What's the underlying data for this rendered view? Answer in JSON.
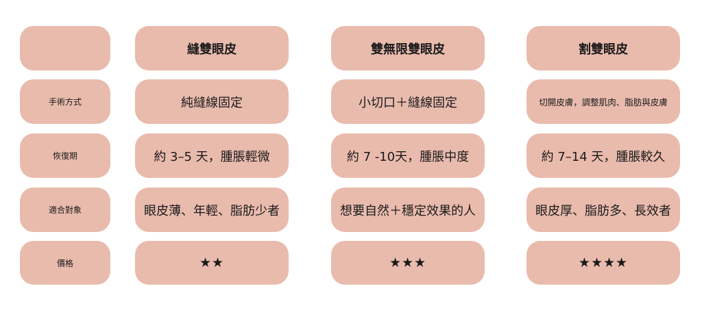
{
  "table": {
    "corner": "",
    "headers": [
      "縫雙眼皮",
      "雙無限雙眼皮",
      "割雙眼皮"
    ],
    "rows": [
      {
        "label": "手術方式",
        "values": [
          "純縫線固定",
          "小切口＋縫線固定",
          "切開皮膚，調整肌肉、脂肪與皮膚"
        ]
      },
      {
        "label": "恢復期",
        "values": [
          "約 3–5 天，腫脹輕微",
          "約 7 -10天，腫脹中度",
          "約 7–14 天，腫脹較久"
        ]
      },
      {
        "label": "適合對象",
        "values": [
          "眼皮薄、年輕、脂肪少者",
          "想要自然＋穩定效果的人",
          "眼皮厚、脂肪多、長效者"
        ]
      },
      {
        "label": "價格",
        "values": [
          "★★",
          "★★★",
          "★★★★"
        ]
      }
    ]
  },
  "colors": {
    "cell_background": "#e9bbad",
    "text": "#1a1a1a"
  }
}
